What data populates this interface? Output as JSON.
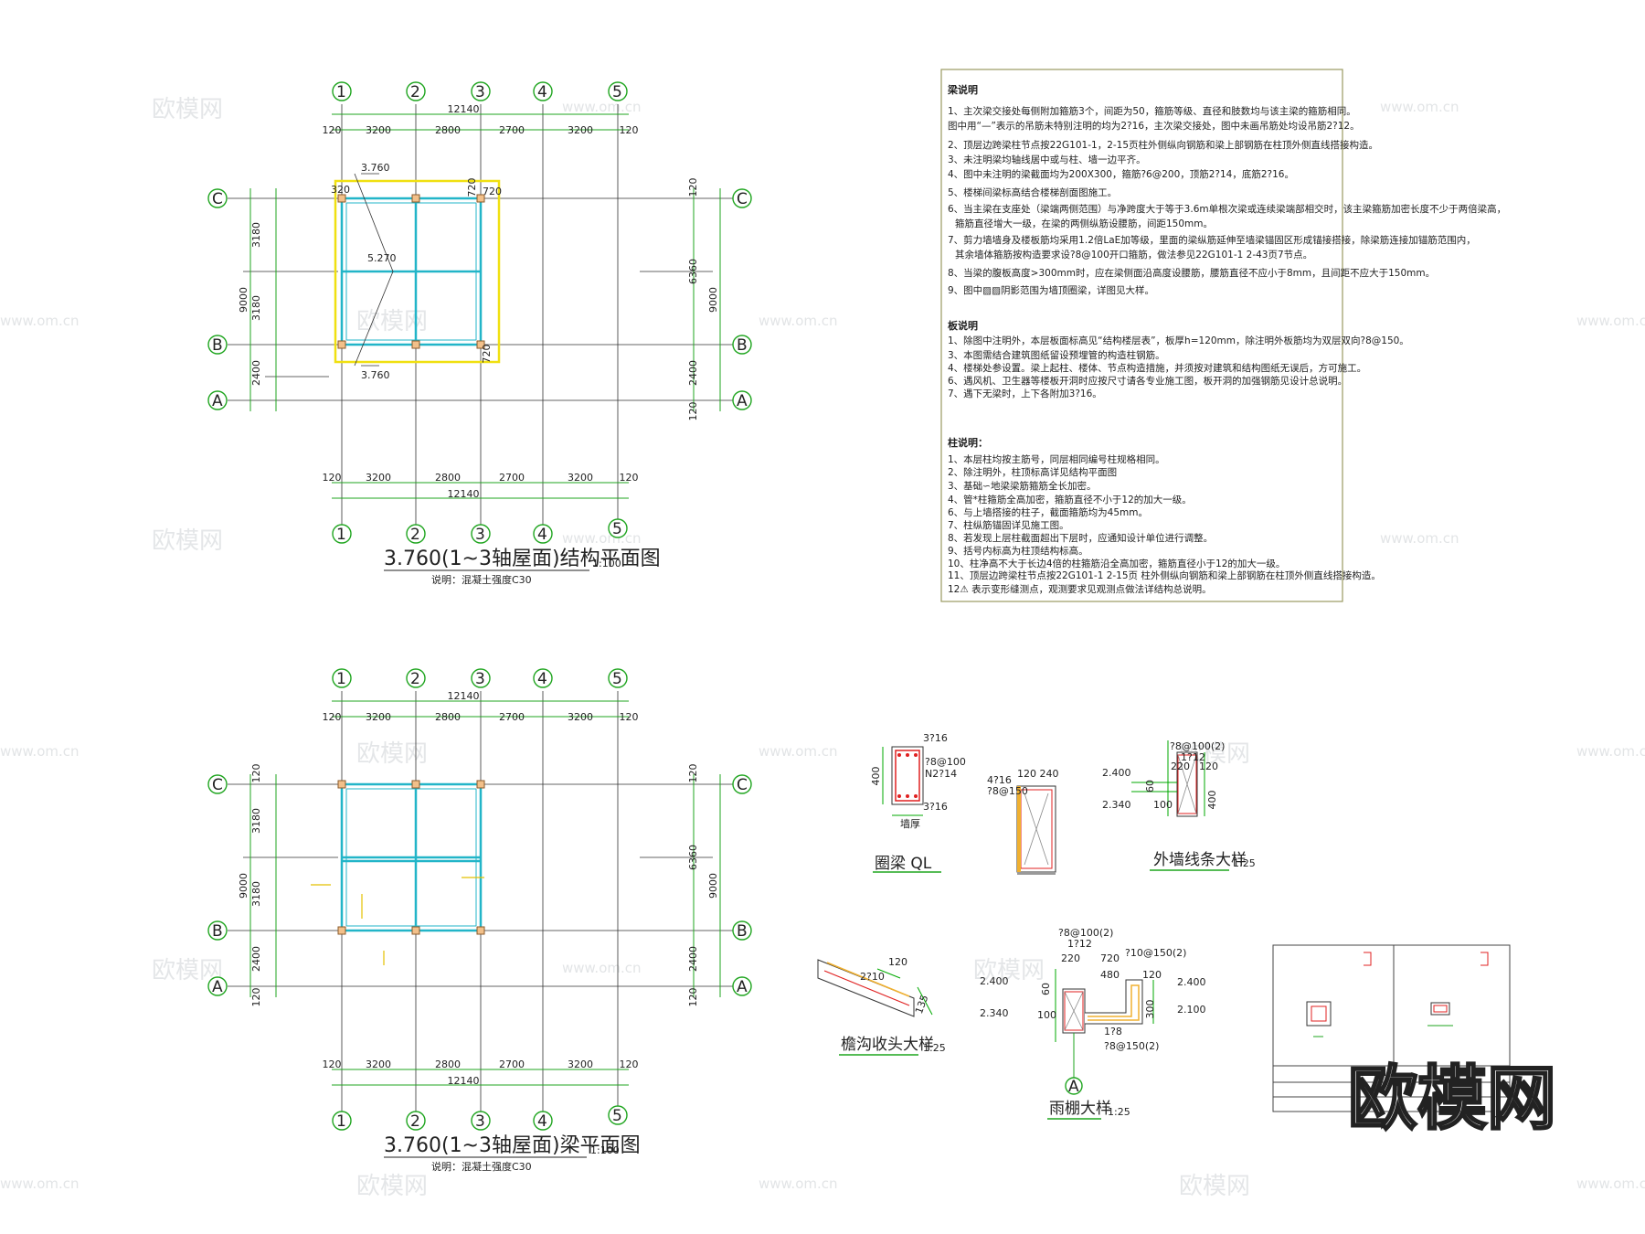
{
  "plan_top": {
    "title": "3.760(1~3轴屋面)结构平面图",
    "scale": "1:100",
    "note": "说明：混凝土强度C30",
    "axes_x": [
      "1",
      "2",
      "3",
      "4",
      "5"
    ],
    "axes_y": [
      "C",
      "B",
      "A"
    ],
    "top_dims": [
      "120",
      "3200",
      "2800",
      "2700",
      "3200",
      "120"
    ],
    "total_width": "12140",
    "left_dims": [
      "3180",
      "3180",
      "2400"
    ],
    "left_total": "9000",
    "right_dims": [
      "120",
      "6360",
      "2400",
      "120"
    ],
    "right_total": "9000",
    "elevations": [
      "3.760",
      "5.270",
      "3.760"
    ],
    "small_dims": [
      "320",
      "720",
      "720",
      "720"
    ]
  },
  "plan_bottom": {
    "title": "3.760(1~3轴屋面)梁平面图",
    "scale": "1:100",
    "note": "说明：混凝土强度C30",
    "top_dims": [
      "120",
      "3200",
      "2800",
      "2700",
      "3200",
      "120"
    ],
    "total_width": "12140",
    "left_dims": [
      "120",
      "3180",
      "3180",
      "2400",
      "120"
    ],
    "left_total": "9000",
    "right_dims": [
      "120",
      "6360",
      "2400",
      "120"
    ],
    "right_total": "9000"
  },
  "notes": {
    "beam_heading": "梁说明",
    "beam_lines": [
      "1、主次梁交接处每侧附加箍筋3个，间距为50，箍筋等级、直径和肢数均与该主梁的箍筋相同。",
      "图中用“—”表示的吊筋未特别注明的均为2?16，主次梁交接处，图中未画吊筋处均设吊筋2?12。",
      "2、顶层边跨梁柱节点按22G101-1，2-15页柱外侧纵向钢筋和梁上部钢筋在柱顶外侧直线搭接构造。",
      "3、未注明梁均轴线居中或与柱、墙一边平齐。",
      "4、图中未注明的梁截面均为200X300，箍筋?6@200，顶筋2?14，底筋2?16。",
      "5、楼梯间梁标高结合楼梯剖面图施工。",
      "6、当主梁在支座处（梁端两侧范围）与净跨度大于等于3.6m单根次梁或连续梁端部相交时，该主梁箍筋加密长度不少于两倍梁高，",
      "箍筋直径增大一级，在梁的两侧纵筋设腰筋，间距150mm。",
      "7、剪力墙墙身及楼板筋均采用1.2倍LaE加等级，里面的梁纵筋延伸至墙梁锚固区形成锚接搭接，除梁筋连接加锚筋范围内，",
      "其余墙体箍筋按构造要求设?8@100开口箍筋，做法参见22G101-1 2-43页7节点。",
      "8、当梁的腹板高度>300mm时，应在梁侧面沿高度设腰筋，腰筋直径不应小于8mm，且间距不应大于150mm。",
      "9、图中▨▨阴影范围为墙顶圈梁，详图见大样。"
    ],
    "slab_heading": "板说明",
    "slab_lines": [
      "1、除图中注明外，本层板面标高见“结构楼层表”，板厚h=120mm，除注明外板筋均为双层双向?8@150。",
      "3、本图需结合建筑图纸留设预埋管的构造柱钢筋。",
      "4、楼梯处参设置。梁上起柱、楼体、节点构造措施，并须按对建筑和结构图纸无误后，方可施工。",
      "6、遇风机、卫生器等楼板开洞时应按尺寸请各专业施工图，板开洞的加强钢筋见设计总说明。",
      "7、遇下无梁时，上下各附加3?16。"
    ],
    "col_heading": "柱说明：",
    "col_lines": [
      "1、本层柱均按主筋号，同层相同编号柱规格相同。",
      "2、除注明外，柱顶标高详见结构平面图",
      "3、基础∽地梁梁筋箍筋全长加密。",
      "4、管*柱箍筋全高加密，箍筋直径不小于12的加大一级。",
      "6、与上墙搭接的柱子，截面箍筋均为45mm。",
      "7、柱纵筋锚固详见施工图。",
      "8、若发现上层柱截面超出下层时，应通知设计单位进行调整。",
      "9、括号内标高为柱顶结构标高。",
      "10、柱净高不大于长边4倍的柱箍筋沿全高加密，箍筋直径小于12的加大一级。",
      "11、顶层边跨梁柱节点按22G101-1 2-15页 柱外侧纵向钢筋和梁上部钢筋在柱顶外侧直线搭接构造。",
      "12⚠ 表示变形缝测点，观测要求见观测点做法详结构总说明。"
    ]
  },
  "details": {
    "ring_beam": {
      "title": "圈梁 QL",
      "top": "3?16",
      "stirrup": "?8@100",
      "side": "N2?14",
      "bottom": "3?16",
      "height": "400",
      "width": "墙厚"
    },
    "section2": {
      "t1": "4?16",
      "t2": "120 240",
      "t3": "?8@150"
    },
    "cornice": {
      "title": "外墙线条大样",
      "scale": "1:25",
      "a": "?8@100(2)",
      "b": "1?12",
      "c": "2.400",
      "d": "2.340",
      "e": "400",
      "f": "100",
      "g": "220",
      "h": "120",
      "i": "60"
    },
    "gutter": {
      "title": "檐沟收头大样",
      "scale": "1:25",
      "a": "2?10",
      "b": "120",
      "c": "135"
    },
    "canopy": {
      "title": "雨棚大样",
      "scale": "1:25",
      "a": "?8@100(2)",
      "b": "1?12",
      "c": "?10@150(2)",
      "d": "?8@150(2)",
      "e": "1?8",
      "f": "2.400",
      "g": "2.340",
      "h": "2.400",
      "i": "2.100",
      "j": "720",
      "k": "480",
      "l": "220",
      "m": "120",
      "n": "300",
      "o": "100",
      "p": "60",
      "axis": "A"
    }
  },
  "watermarks": {
    "brand": "欧模网",
    "site": "www.om.cn"
  },
  "logo": "欧模网"
}
